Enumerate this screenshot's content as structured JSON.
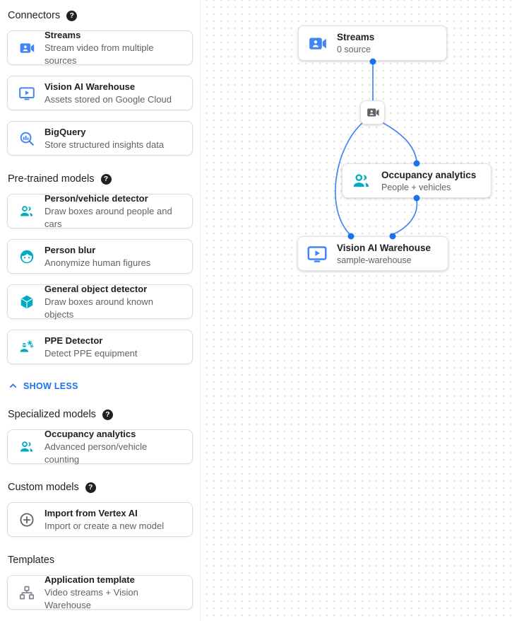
{
  "sidebar": {
    "sections": {
      "connectors": {
        "title": "Connectors",
        "items": [
          {
            "title": "Streams",
            "desc": "Stream video from multiple sources",
            "icon": "video-camera-icon"
          },
          {
            "title": "Vision AI Warehouse",
            "desc": "Assets stored on Google Cloud",
            "icon": "smart-display-icon"
          },
          {
            "title": "BigQuery",
            "desc": "Store structured insights data",
            "icon": "bigquery-icon"
          }
        ]
      },
      "pretrained": {
        "title": "Pre-trained models",
        "items": [
          {
            "title": "Person/vehicle detector",
            "desc": "Draw boxes around people and cars",
            "icon": "group-icon"
          },
          {
            "title": "Person blur",
            "desc": "Anonymize human figures",
            "icon": "face-icon"
          },
          {
            "title": "General object detector",
            "desc": "Draw boxes around known objects",
            "icon": "cube-icon"
          },
          {
            "title": "PPE Detector",
            "desc": "Detect PPE equipment",
            "icon": "ppe-icon"
          }
        ]
      },
      "specialized": {
        "title": "Specialized models",
        "items": [
          {
            "title": "Occupancy analytics",
            "desc": "Advanced person/vehicle counting",
            "icon": "group-icon"
          }
        ]
      },
      "custom": {
        "title": "Custom models",
        "items": [
          {
            "title": "Import from Vertex AI",
            "desc": "Import or create a new model",
            "icon": "add-circle-icon"
          }
        ]
      },
      "templates": {
        "title": "Templates",
        "items": [
          {
            "title": "Application template",
            "desc": "Video streams + Vision Warehouse",
            "icon": "tree-icon"
          }
        ]
      }
    },
    "show_less_label": "SHOW LESS"
  },
  "canvas": {
    "nodes": {
      "streams": {
        "title": "Streams",
        "subtitle": "0 source",
        "icon": "video-camera-icon"
      },
      "mini": {
        "icon": "video-camera-icon"
      },
      "occupancy": {
        "title": "Occupancy analytics",
        "subtitle": "People + vehicles",
        "icon": "group-icon"
      },
      "warehouse": {
        "title": "Vision AI Warehouse",
        "subtitle": "sample-warehouse",
        "icon": "smart-display-icon"
      }
    }
  },
  "colors": {
    "icon_blue": "#4285f4",
    "icon_teal": "#00acc1",
    "icon_gray": "#5f6368",
    "link_blue": "#1a73e8",
    "edge_blue": "#4285f4",
    "port_blue": "#1a73e8"
  }
}
